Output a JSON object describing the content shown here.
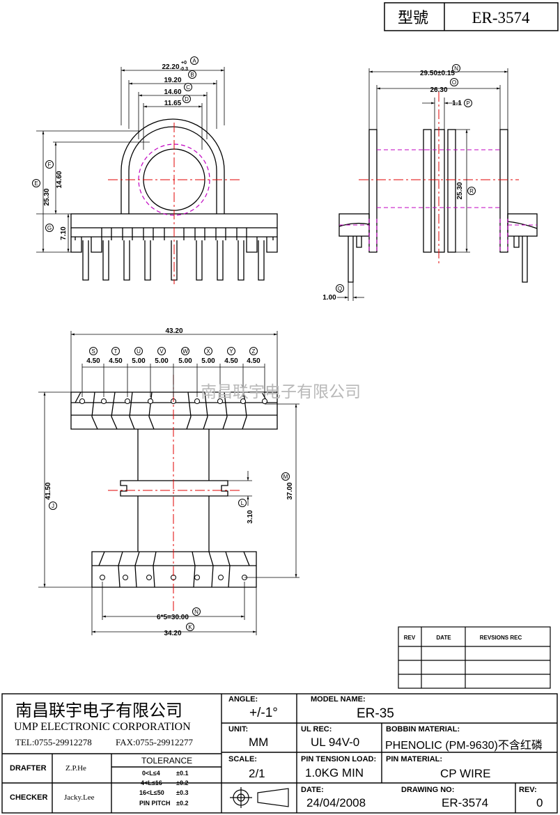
{
  "header": {
    "model_label": "型號",
    "model_value": "ER-3574"
  },
  "watermark": "南昌联宇电子有限公司",
  "top_view": {
    "dims": [
      {
        "value": "22.20",
        "tol": "+0",
        "tol2": "-0.3",
        "ref": "A"
      },
      {
        "value": "19.20",
        "ref": "B"
      },
      {
        "value": "14.60",
        "ref": "C"
      },
      {
        "value": "11.65",
        "ref": "D"
      },
      {
        "value": "25.30",
        "ref": "E"
      },
      {
        "value": "14.60",
        "ref": "F"
      },
      {
        "value": "7.10",
        "ref": "G"
      }
    ]
  },
  "side_view": {
    "dims": [
      {
        "value": "29.50±0.15",
        "ref": "N"
      },
      {
        "value": "26.30",
        "ref": "O"
      },
      {
        "value": "1.1",
        "ref": "P"
      },
      {
        "value": "25.30",
        "ref": "R"
      },
      {
        "value": "1.00",
        "ref": "Q"
      }
    ]
  },
  "bottom_view": {
    "overall_width": "43.20",
    "pitches": [
      {
        "ref": "S",
        "value": "4.50"
      },
      {
        "ref": "T",
        "value": "4.50"
      },
      {
        "ref": "U",
        "value": "5.00"
      },
      {
        "ref": "V",
        "value": "5.00"
      },
      {
        "ref": "W",
        "value": "5.00"
      },
      {
        "ref": "X",
        "value": "5.00"
      },
      {
        "ref": "Y",
        "value": "4.50"
      },
      {
        "ref": "Z",
        "value": "4.50"
      }
    ],
    "height": {
      "value": "41.50",
      "ref": "J"
    },
    "inner_height": {
      "value": "37.00",
      "ref": "M"
    },
    "flange": {
      "value": "3.10",
      "ref": "L"
    },
    "pin_span": {
      "value": "6*5=30.00",
      "ref": "N"
    },
    "base_width": {
      "value": "34.20",
      "ref": "K"
    }
  },
  "rev_table": {
    "headers": [
      "REV",
      "DATE",
      "REVSIONS REC"
    ],
    "rows": 4
  },
  "title_block": {
    "company_cn": "南昌联宇电子有限公司",
    "company_en": "UMP ELECTRONIC CORPORATION",
    "tel": "TEL:0755-29912278",
    "fax": "FAX:0755-29912277",
    "angle_label": "ANGLE:",
    "angle_value": "+/-1°",
    "model_name_label": "MODEL NAME:",
    "model_name_value": "ER-35",
    "unit_label": "UNIT:",
    "unit_value": "MM",
    "ul_label": "UL REC:",
    "ul_value": "UL 94V-0",
    "bobbin_label": "BOBBIN MATERIAL:",
    "bobbin_value": "PHENOLIC (PM-9630)不含红磷",
    "drafter_label": "DRAFTER",
    "drafter_value": "Z.P.He",
    "tolerance_label": "TOLERANCE",
    "tolerances": [
      {
        "range": "0<L≤4",
        "tol": "±0.1"
      },
      {
        "range": "4<L≤16",
        "tol": "±0.2"
      },
      {
        "range": "16<L≤50",
        "tol": "±0.3"
      },
      {
        "range": "PIN PITCH",
        "tol": "±0.2"
      }
    ],
    "scale_label": "SCALE:",
    "scale_value": "2/1",
    "pin_tension_label": "PIN TENSION LOAD:",
    "pin_tension_value": "1.0KG MIN",
    "pin_material_label": "PIN MATERIAL:",
    "pin_material_value": "CP WIRE",
    "checker_label": "CHECKER",
    "checker_value": "Jacky.Lee",
    "date_label": "DATE:",
    "date_value": "24/04/2008",
    "drawing_no_label": "DRAWING NO:",
    "drawing_no_value": "ER-3574",
    "rev_label": "REV:",
    "rev_value": "0"
  }
}
